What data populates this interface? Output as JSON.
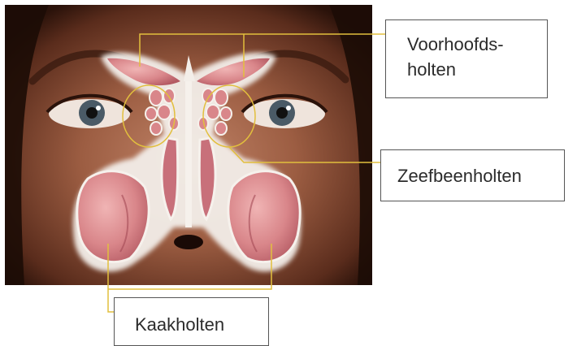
{
  "labels": {
    "frontal": "Voorhoofds-\nholten",
    "ethmoid": "Zeefbeenholten",
    "maxillary": "Kaakholten"
  },
  "colors": {
    "skin_highlight": "#b7775b",
    "skin_mid": "#8a4f38",
    "skin_shadow": "#3a1a10",
    "sinus_fill": "#d9868a",
    "sinus_dark": "#a44a55",
    "bone_white": "#f3eee9",
    "leader_line": "#e2bf3d",
    "box_border": "#555555"
  }
}
